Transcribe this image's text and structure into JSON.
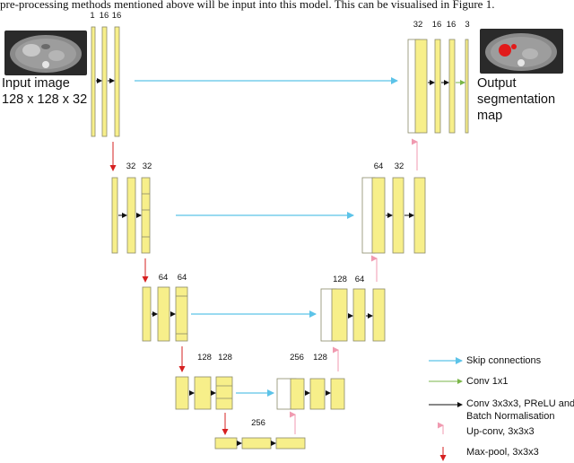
{
  "caption_line": "pre-processing methods mentioned above will be input into this model. This can be visualised in Figure 1.",
  "input_label": [
    "Input image",
    "128 x 128 x 32"
  ],
  "output_label": [
    "Output",
    "segmentation",
    "map"
  ],
  "channels": {
    "level1_enc": [
      "1",
      "16",
      "16"
    ],
    "level1_dec": [
      "32",
      "16",
      "16",
      "3"
    ],
    "level2_enc": [
      "32",
      "32"
    ],
    "level2_dec": [
      "64",
      "32"
    ],
    "level3_enc": [
      "64",
      "64"
    ],
    "level3_dec": [
      "128",
      "64"
    ],
    "level4_enc": [
      "128",
      "128"
    ],
    "level4_dec": [
      "256",
      "128"
    ],
    "bottleneck": "256"
  },
  "legend": {
    "skip": "Skip connections",
    "conv1": "Conv 1x1",
    "conv3": [
      "Conv 3x3x3, PReLU and",
      "Batch Normalisation"
    ],
    "upconv": "Up-conv, 3x3x3",
    "maxpool": "Max-pool, 3x3x3"
  },
  "colors": {
    "block": "#f7ef8a",
    "block_stroke": "#8a8a6a",
    "skip": "#5cc3e8",
    "conv1": "#7ab648",
    "conv3": "#111111",
    "upconv": "#f09ab0",
    "maxpool": "#d62020"
  }
}
